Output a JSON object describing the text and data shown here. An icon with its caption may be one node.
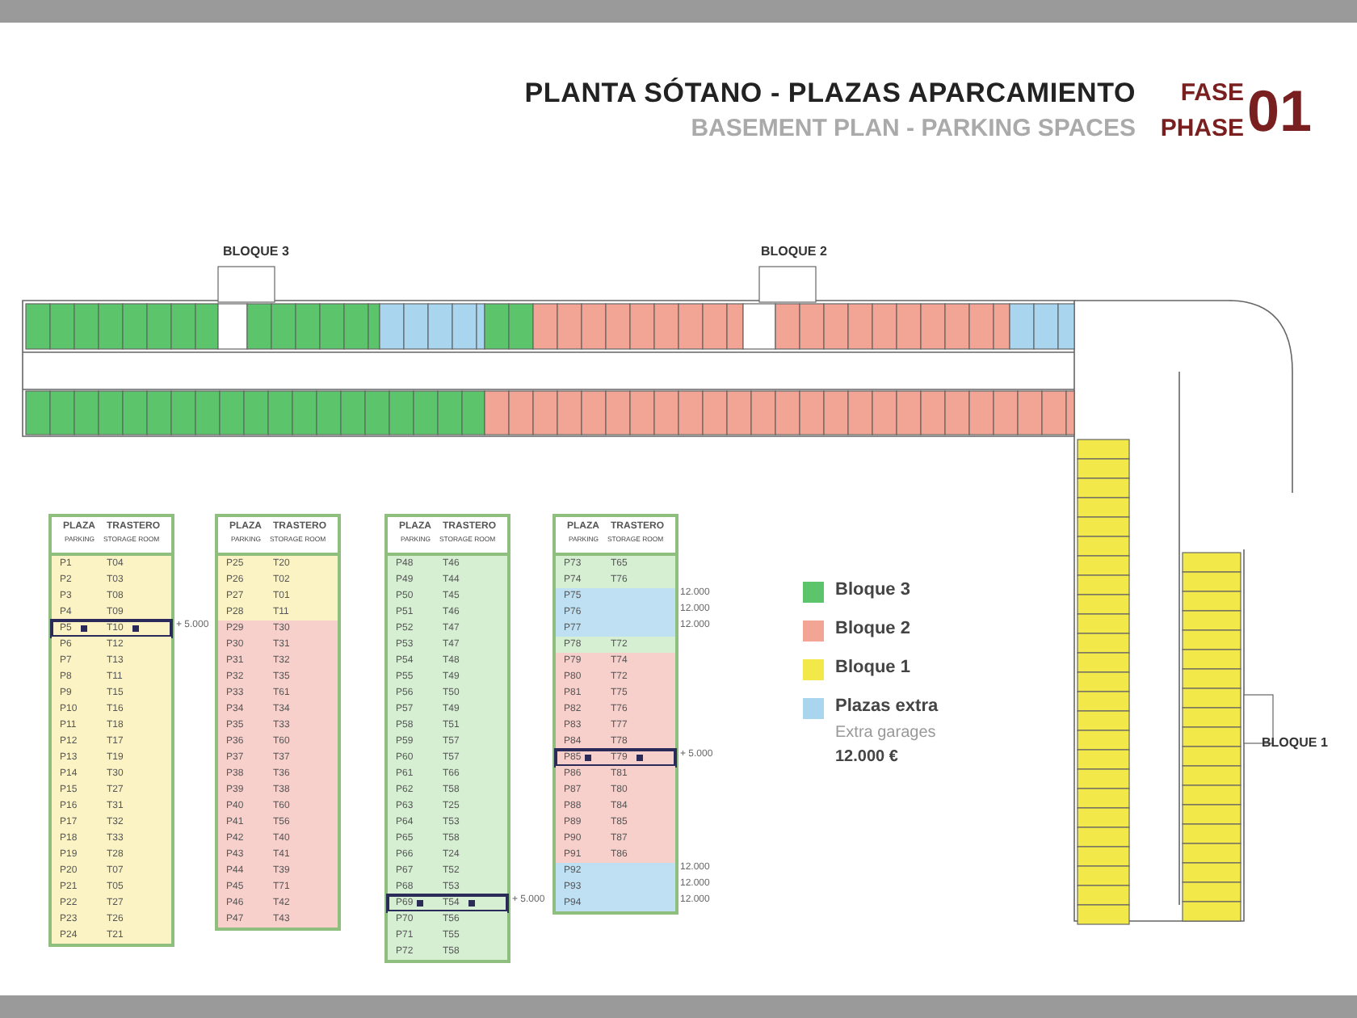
{
  "diagram": {
    "title": "PLANTA SÓTANO - PLAZAS APARCAMIENTO",
    "labels": [
      "BASEMENT PLAN - PARKING SPACES",
      "FASE",
      "PHASE",
      "01",
      "BLOQUE 3",
      "BLOQUE 2",
      "BLOQUE 1",
      "PLAZA",
      "PARKING",
      "TRASTERO",
      "STORAGE ROOM",
      "P1",
      "T04",
      "P2",
      "T03",
      "P3",
      "T08",
      "P4",
      "T09",
      "P5",
      "T10",
      "P6",
      "T12",
      "P7",
      "T13",
      "P8",
      "T11",
      "P9",
      "T15",
      "P10",
      "T16",
      "P11",
      "T18",
      "P12",
      "T17",
      "P13",
      "T19",
      "P14",
      "T30",
      "P15",
      "T27",
      "P16",
      "T31",
      "P17",
      "T32",
      "P18",
      "T33",
      "P19",
      "T28",
      "P20",
      "T07",
      "P21",
      "T05",
      "P22",
      "T27",
      "P23",
      "T26",
      "P24",
      "T21",
      "+ 5.000",
      "PLAZA",
      "PARKING",
      "TRASTERO",
      "STORAGE ROOM",
      "P25",
      "T20",
      "P26",
      "T02",
      "P27",
      "T01",
      "P28",
      "T11",
      "P29",
      "T30",
      "P30",
      "T31",
      "P31",
      "T32",
      "P32",
      "T35",
      "P33",
      "T61",
      "P34",
      "T34",
      "P35",
      "T33",
      "P36",
      "T60",
      "P37",
      "T37",
      "P38",
      "T36",
      "P39",
      "T38",
      "P40",
      "T60",
      "P41",
      "T56",
      "P42",
      "T40",
      "P43",
      "T41",
      "P44",
      "T39",
      "P45",
      "T71",
      "P46",
      "T42",
      "P47",
      "T43",
      "PLAZA",
      "PARKING",
      "TRASTERO",
      "STORAGE ROOM",
      "P48",
      "T46",
      "P49",
      "T44",
      "P50",
      "T45",
      "P51",
      "T46",
      "P52",
      "T47",
      "P53",
      "T47",
      "P54",
      "T48",
      "P55",
      "T49",
      "P56",
      "T50",
      "P57",
      "T49",
      "P58",
      "T51",
      "P59",
      "T57",
      "P60",
      "T57",
      "P61",
      "T66",
      "P62",
      "T58",
      "P63",
      "T25",
      "P64",
      "T53",
      "P65",
      "T58",
      "P66",
      "T24",
      "P67",
      "T52",
      "P68",
      "T53",
      "P69",
      "T54",
      "P70",
      "T56",
      "P71",
      "T55",
      "P72",
      "T58",
      "+ 5.000",
      "PLAZA",
      "PARKING",
      "TRASTERO",
      "STORAGE ROOM",
      "P73",
      "T65",
      "P74",
      "T76",
      "P75",
      "P76",
      "P77",
      "P78",
      "T72",
      "P79",
      "T74",
      "P80",
      "T72",
      "P81",
      "T75",
      "P82",
      "T76",
      "P83",
      "T77",
      "P84",
      "T78",
      "P85",
      "T79",
      "P86",
      "T81",
      "P87",
      "T80",
      "P88",
      "T84",
      "P89",
      "T85",
      "P90",
      "T87",
      "P91",
      "T86",
      "P92",
      "P93",
      "P94",
      "12.000",
      "12.000",
      "12.000",
      "+ 5.000",
      "12.000",
      "12.000",
      "12.000",
      "Extra garages",
      "12.000 €"
    ],
    "legend": [
      {
        "text": "Bloque 3",
        "color": "#5cc46a"
      },
      {
        "text": "Bloque 2",
        "color": "#f2a595"
      },
      {
        "text": "Bloque 1",
        "color": "#f3e84a"
      },
      {
        "text": "Plazas extra",
        "color": "#a9d5ef"
      }
    ]
  }
}
